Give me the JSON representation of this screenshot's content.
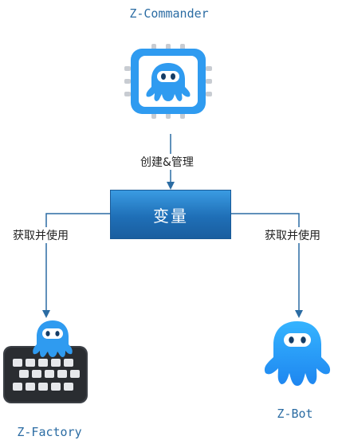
{
  "nodes": {
    "commander": {
      "label": "Z-Commander",
      "icon": "chip-octopus-icon"
    },
    "variable": {
      "label": "变量"
    },
    "factory": {
      "label": "Z-Factory",
      "icon": "keyboard-octopus-icon"
    },
    "bot": {
      "label": "Z-Bot",
      "icon": "octopus-icon"
    }
  },
  "edges": {
    "commander_to_variable": {
      "label": "创建&管理"
    },
    "variable_to_factory": {
      "label": "获取并使用"
    },
    "variable_to_bot": {
      "label": "获取并使用"
    }
  },
  "colors": {
    "connector": "#2b6ca3",
    "accent_blue": "#2f9bf0",
    "title_blue": "#2b6ca3",
    "variable_fill": "#2278c4"
  }
}
